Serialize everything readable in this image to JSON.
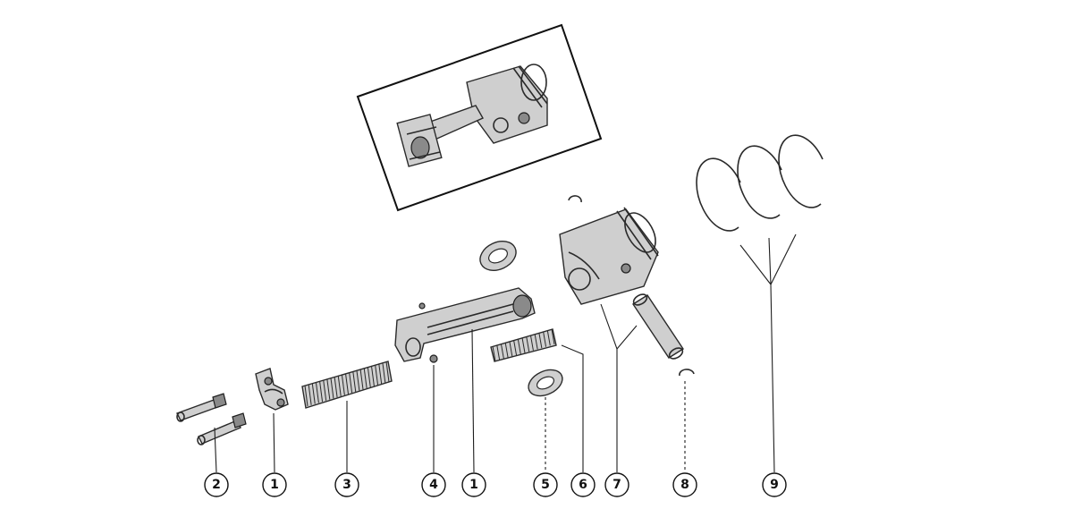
{
  "callouts": [
    {
      "id": "c2a",
      "label": "2"
    },
    {
      "id": "c1a",
      "label": "1"
    },
    {
      "id": "c3",
      "label": "3"
    },
    {
      "id": "c4",
      "label": "4"
    },
    {
      "id": "c1b",
      "label": "1"
    },
    {
      "id": "c5",
      "label": "5"
    },
    {
      "id": "c6",
      "label": "6"
    },
    {
      "id": "c7",
      "label": "7"
    },
    {
      "id": "c8",
      "label": "8"
    },
    {
      "id": "c9",
      "label": "9"
    }
  ]
}
